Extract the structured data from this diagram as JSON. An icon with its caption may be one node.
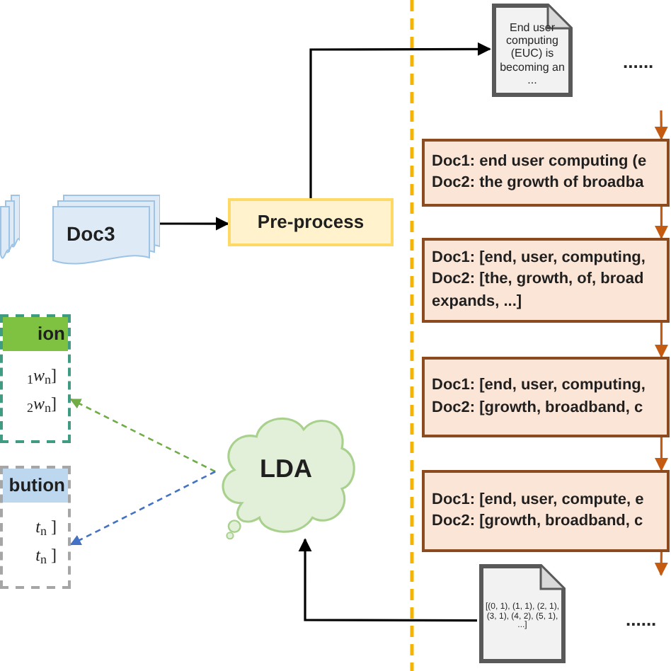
{
  "diagram": {
    "nodes": [
      {
        "text": [],
        "shape": "box"
      },
      {
        "text": [
          "Doc3"
        ]
      },
      {
        "text": [
          "Pre-process"
        ]
      },
      {
        "text": [
          "End user computing (EUC) is becoming an ..."
        ]
      },
      {
        "text": [
          "Doc1: end user computing (e",
          "Doc2: the growth of broadba"
        ]
      },
      {
        "text": [
          "Doc1: [end, user, computing,",
          "Doc2: [the, growth, of, broad expands, ...]"
        ]
      },
      {
        "text": [
          "Doc1: [end, user, computing,",
          "Doc2: [growth, broadband, c"
        ]
      },
      {
        "text": [
          "Doc1: [end, user, compute, e",
          "Doc2: [growth, broadband, c"
        ]
      },
      {
        "text": [
          "[(0, 1), (1, 1), (2, 1), (3, 1), (4, 2), (5, 1), ...]"
        ]
      },
      {
        "text": [
          "LDA"
        ]
      },
      {
        "text": [
          "ion",
          "$_{1}$*w*$_{n}$]",
          "$_{2}$*w*$_{n}$]"
        ]
      },
      {
        "text": [
          "bution",
          "*t*$_{n}$ ]",
          "*t*$_{n}$ ]"
        ]
      }
    ],
    "edges": [
      {
        "from": 1,
        "to": 2,
        "arrow": "to",
        "color": "#000000"
      },
      {
        "from": 2,
        "to": 3,
        "arrow": "to",
        "color": "#000000"
      },
      {
        "from": null,
        "to": 4,
        "arrow": "to"
      },
      {
        "from": 4,
        "to": 5,
        "arrow": "to"
      },
      {
        "from": 5,
        "to": 6,
        "arrow": "to"
      },
      {
        "from": 6,
        "to": 7,
        "arrow": "to"
      },
      {
        "from": 7,
        "to": null,
        "arrow": "to"
      },
      {
        "from": 8,
        "to": 9,
        "arrow": "to",
        "color": "#000000"
      },
      {
        "from": 9,
        "to": 10,
        "arrow": "to",
        "style": "dashed",
        "color": "#70ad47"
      },
      {
        "from": 9,
        "to": 11,
        "arrow": "to",
        "style": "dashed",
        "color": "#4472c4"
      }
    ],
    "labels": [
      "......",
      "......"
    ]
  }
}
